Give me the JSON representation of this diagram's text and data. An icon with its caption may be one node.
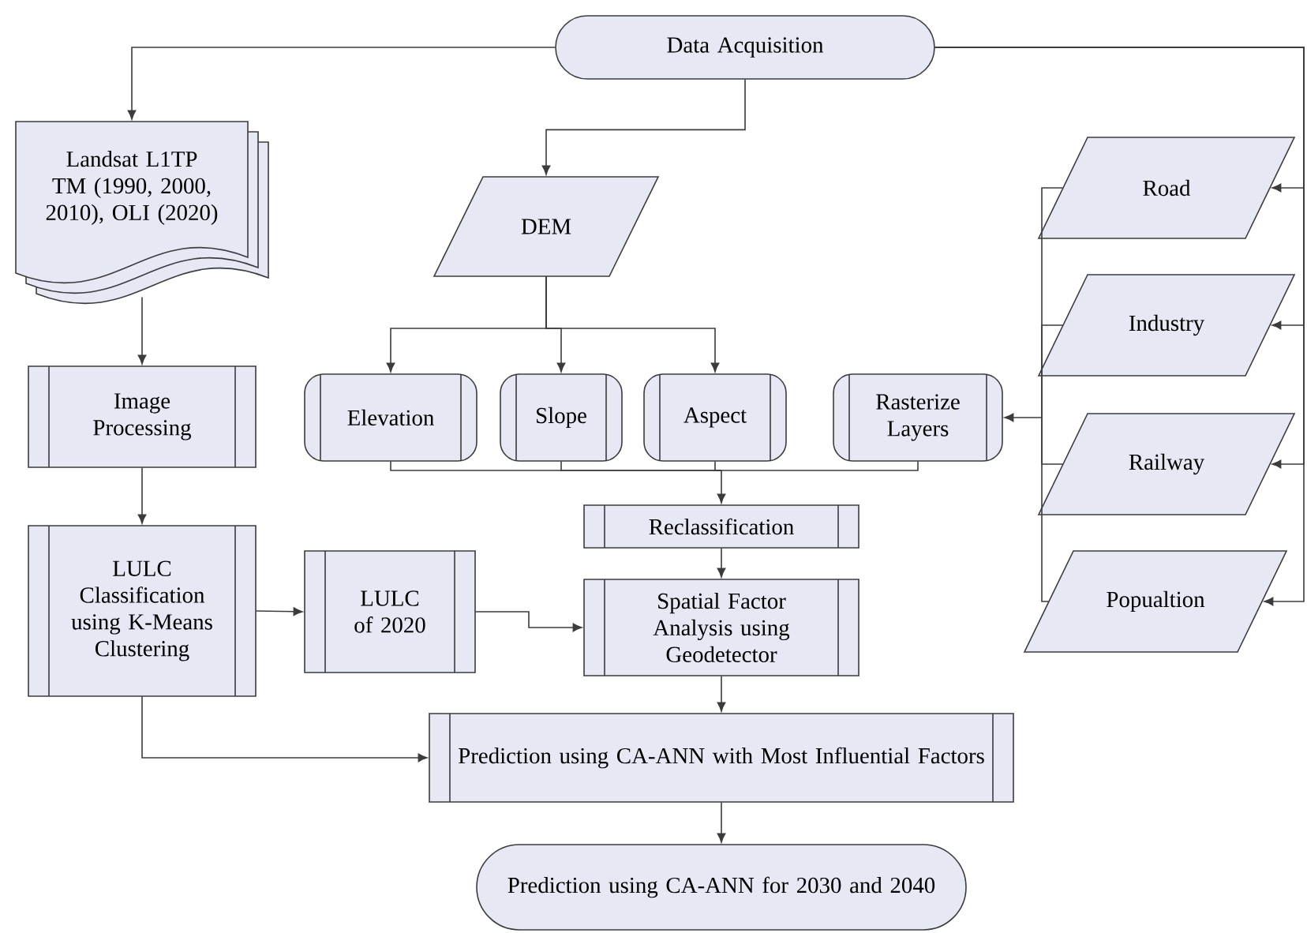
{
  "diagram": {
    "nodes": [
      {
        "text": [
          "Data Acquisition"
        ]
      },
      {
        "text": [
          "Landsat L1TP TM (1990, 2000, 2010), OLI (2020)"
        ]
      },
      {
        "text": [
          "DEM"
        ]
      },
      {
        "text": [
          "Elevation"
        ]
      },
      {
        "text": [
          "Slope"
        ]
      },
      {
        "text": [
          "Aspect"
        ]
      },
      {
        "text": [
          "Rasterize Layers"
        ]
      },
      {
        "text": [
          "Road"
        ]
      },
      {
        "text": [
          "Industry"
        ]
      },
      {
        "text": [
          "Railway"
        ]
      },
      {
        "text": [
          "Popualtion"
        ]
      },
      {
        "text": [
          "Image Processing"
        ]
      },
      {
        "text": [
          "LULC Classification using K-Means Clustering"
        ]
      },
      {
        "text": [
          "LULC of 2020"
        ]
      },
      {
        "text": [
          "Reclassification"
        ]
      },
      {
        "text": [
          "Spatial Factor Analysis using Geodetector"
        ]
      },
      {
        "text": [
          "Prediction using CA-ANN with Most Influential Factors"
        ]
      },
      {
        "text": [
          "Prediction using CA-ANN for 2030 and 2040"
        ]
      }
    ],
    "edges": [
      {
        "from": 0,
        "to": 1,
        "arrow": "to"
      },
      {
        "from": 0,
        "to": 2,
        "arrow": "to"
      },
      {
        "from": 0,
        "to": 7,
        "arrow": "to"
      },
      {
        "from": 0,
        "to": 8,
        "arrow": "to"
      },
      {
        "from": 0,
        "to": 9,
        "arrow": "to"
      },
      {
        "from": 0,
        "to": 10,
        "arrow": "to"
      },
      {
        "from": 1,
        "to": 11,
        "arrow": "to"
      },
      {
        "from": 11,
        "to": 12,
        "arrow": "to"
      },
      {
        "from": 2,
        "to": 3,
        "arrow": "to"
      },
      {
        "from": 2,
        "to": 4,
        "arrow": "to"
      },
      {
        "from": 2,
        "to": 5,
        "arrow": "to"
      },
      {
        "from": 7,
        "to": 6,
        "arrow": "to"
      },
      {
        "from": 8,
        "to": 6,
        "arrow": "to"
      },
      {
        "from": 9,
        "to": 6,
        "arrow": "to"
      },
      {
        "from": 10,
        "to": 6,
        "arrow": "to"
      },
      {
        "from": 3,
        "to": 14,
        "arrow": "to"
      },
      {
        "from": 4,
        "to": 14,
        "arrow": "to"
      },
      {
        "from": 5,
        "to": 14,
        "arrow": "to"
      },
      {
        "from": 6,
        "to": 14,
        "arrow": "to"
      },
      {
        "from": 12,
        "to": 13,
        "arrow": "to"
      },
      {
        "from": 13,
        "to": 15,
        "arrow": "to"
      },
      {
        "from": 14,
        "to": 15,
        "arrow": "to"
      },
      {
        "from": 15,
        "to": 16,
        "arrow": "to"
      },
      {
        "from": 12,
        "to": 16,
        "arrow": "to"
      },
      {
        "from": 16,
        "to": 17,
        "arrow": "to"
      }
    ]
  }
}
